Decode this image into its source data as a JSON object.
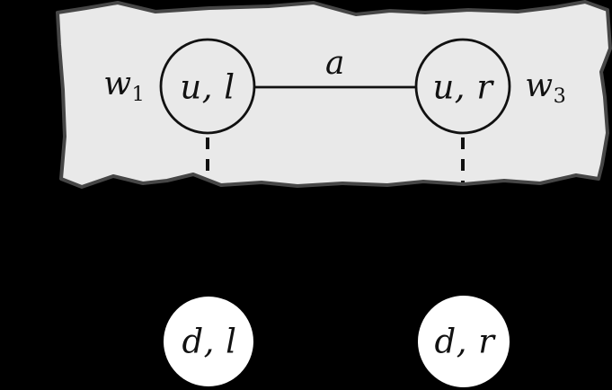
{
  "diagram": {
    "background_color": "#000000",
    "paper": {
      "fill_color": "#e9e9e9",
      "border_color": "#464646"
    },
    "upper_layer": {
      "left_weight": {
        "base": "w",
        "sub": "1"
      },
      "right_weight": {
        "base": "w",
        "sub": "3"
      },
      "edge_label": "a",
      "left_node_label": "u, l",
      "right_node_label": "u, r",
      "node_fill": "#e9e9e9",
      "node_stroke": "#111111"
    },
    "lower_layer": {
      "left_node_label": "d, l",
      "right_node_label": "d, r",
      "node_fill": "#ffffff"
    }
  }
}
